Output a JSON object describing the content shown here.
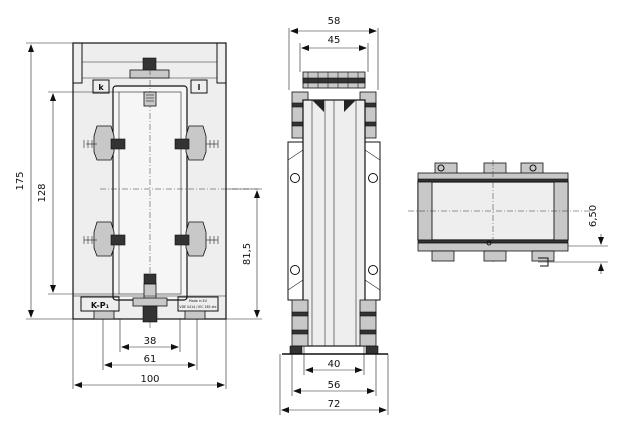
{
  "front_view": {
    "terminal_k": "k",
    "terminal_l": "l",
    "model_label": "K-P₁",
    "nameplate_line1": "Made in EU",
    "nameplate_line2": "VDE 0414 / IEC 185 etc",
    "dim_height_total": "175",
    "dim_window_height": "128",
    "dim_center_height": "81,5",
    "dim_width_38": "38",
    "dim_width_61": "61",
    "dim_width_100": "100"
  },
  "side_view": {
    "dim_58": "58",
    "dim_45": "45",
    "dim_40": "40",
    "dim_56": "56",
    "dim_72": "72"
  },
  "top_view": {
    "dim_6_50": "6,50"
  }
}
